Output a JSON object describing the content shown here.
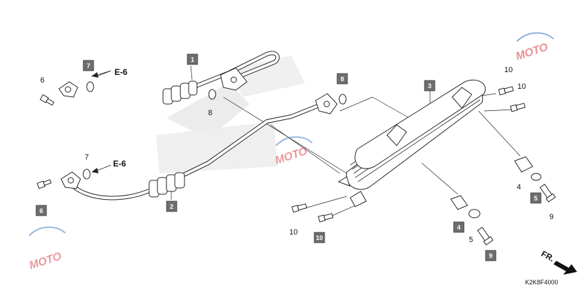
{
  "callouts_boxed": [
    {
      "id": "b1",
      "text": "1"
    },
    {
      "id": "b2",
      "text": "2"
    },
    {
      "id": "b3",
      "text": "3"
    },
    {
      "id": "b4",
      "text": "4"
    },
    {
      "id": "b5",
      "text": "5"
    },
    {
      "id": "b6",
      "text": "6"
    },
    {
      "id": "b7",
      "text": "7"
    },
    {
      "id": "b8",
      "text": "8"
    },
    {
      "id": "b9",
      "text": "9"
    },
    {
      "id": "b10",
      "text": "10"
    }
  ],
  "callouts_plain": [
    {
      "id": "p6",
      "text": "6"
    },
    {
      "id": "p7",
      "text": "7"
    },
    {
      "id": "p8",
      "text": "8"
    },
    {
      "id": "p10a",
      "text": "10"
    },
    {
      "id": "p10b",
      "text": "10"
    },
    {
      "id": "p10c",
      "text": "10"
    },
    {
      "id": "p4",
      "text": "4"
    },
    {
      "id": "p5",
      "text": "5"
    },
    {
      "id": "p9",
      "text": "9"
    }
  ],
  "references": {
    "upper": "E-6",
    "lower": "E-6"
  },
  "direction_label": "FR.",
  "drawing_code": "K2K8F4000",
  "watermark_text": "MOTO",
  "colors": {
    "box_fill": "#6e6e6e",
    "line": "#222222",
    "watermark_red": "#d9343b",
    "watermark_blue": "#2f6fc0"
  }
}
